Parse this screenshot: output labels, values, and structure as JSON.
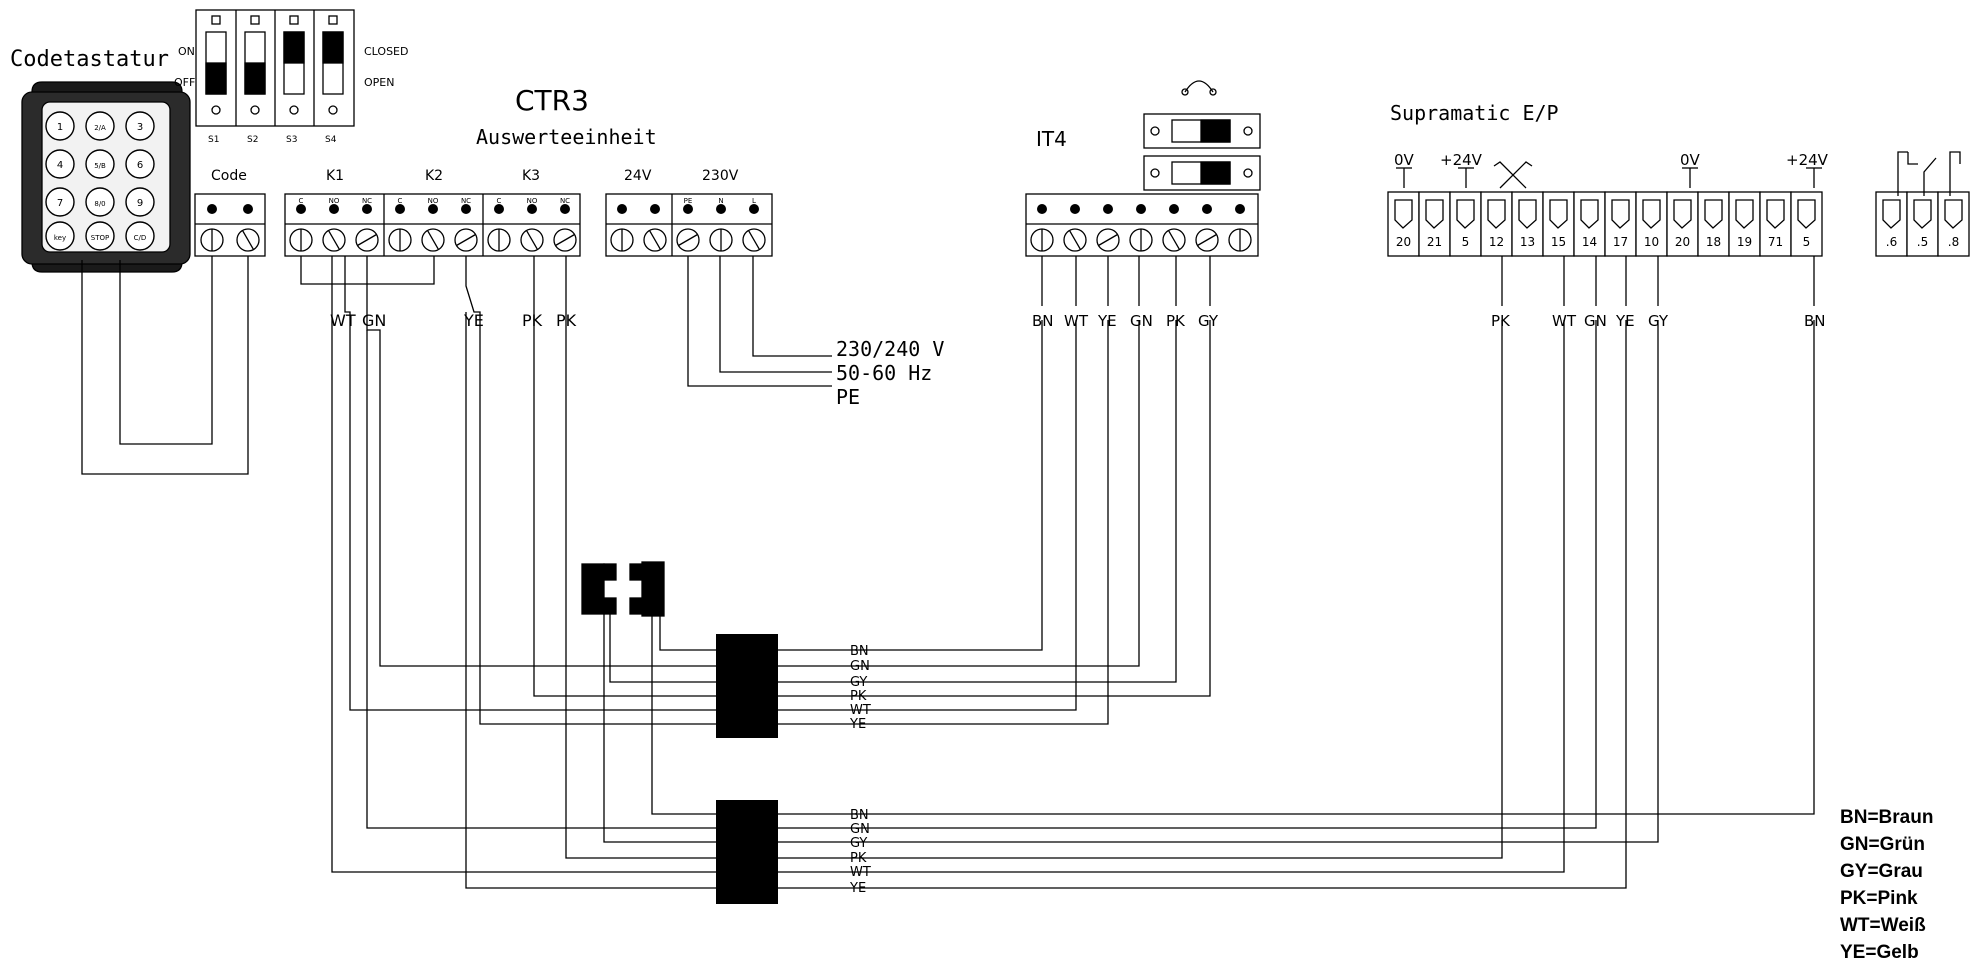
{
  "keypad": {
    "title": "Codetastatur",
    "keys": [
      "1",
      "2/A",
      "3",
      "4",
      "5/B",
      "6",
      "7",
      "8/0",
      "9",
      "key",
      "STOP",
      "C/D"
    ]
  },
  "dip_switch": {
    "on": "ON",
    "off": "OFF",
    "closed": "CLOSED",
    "open": "OPEN",
    "switches": [
      "S1",
      "S2",
      "S3",
      "S4"
    ]
  },
  "ctr3": {
    "title": "CTR3",
    "subtitle": "Auswerteeinheit",
    "groups": {
      "code": "Code",
      "k1": "K1",
      "k2": "K2",
      "k3": "K3",
      "v24": "24V",
      "v230": "230V"
    },
    "pin_labels": [
      "C",
      "NO",
      "NC",
      "C",
      "NO",
      "NC",
      "C",
      "NO",
      "NC",
      "PE",
      "N",
      "L"
    ],
    "wire_labels": [
      "WT",
      "GN",
      "YE",
      "PK",
      "PK"
    ],
    "supply": [
      "230/240 V",
      "50-60 Hz",
      "PE"
    ]
  },
  "it4": {
    "title": "IT4",
    "wire_labels": [
      "BN",
      "WT",
      "YE",
      "GN",
      "PK",
      "GY"
    ]
  },
  "supramatic": {
    "title": "Supramatic E/P",
    "top_labels": [
      "0V",
      "+24V",
      "0V",
      "+24V"
    ],
    "terminals": [
      "20",
      "21",
      "5",
      "12",
      "13",
      "15",
      "14",
      "17",
      "10",
      "20",
      "18",
      "19",
      "71",
      "5"
    ],
    "relay_terminals": [
      ".6",
      ".5",
      ".8"
    ],
    "wire_labels": [
      "PK",
      "WT",
      "GN",
      "YE",
      "GY",
      "BN"
    ]
  },
  "bundle_labels": [
    "BN",
    "GN",
    "GY",
    "PK",
    "WT",
    "YE"
  ],
  "legend": [
    "BN=Braun",
    "GN=Grün",
    "GY=Grau",
    "PK=Pink",
    "WT=Weiß",
    "YE=Gelb"
  ]
}
